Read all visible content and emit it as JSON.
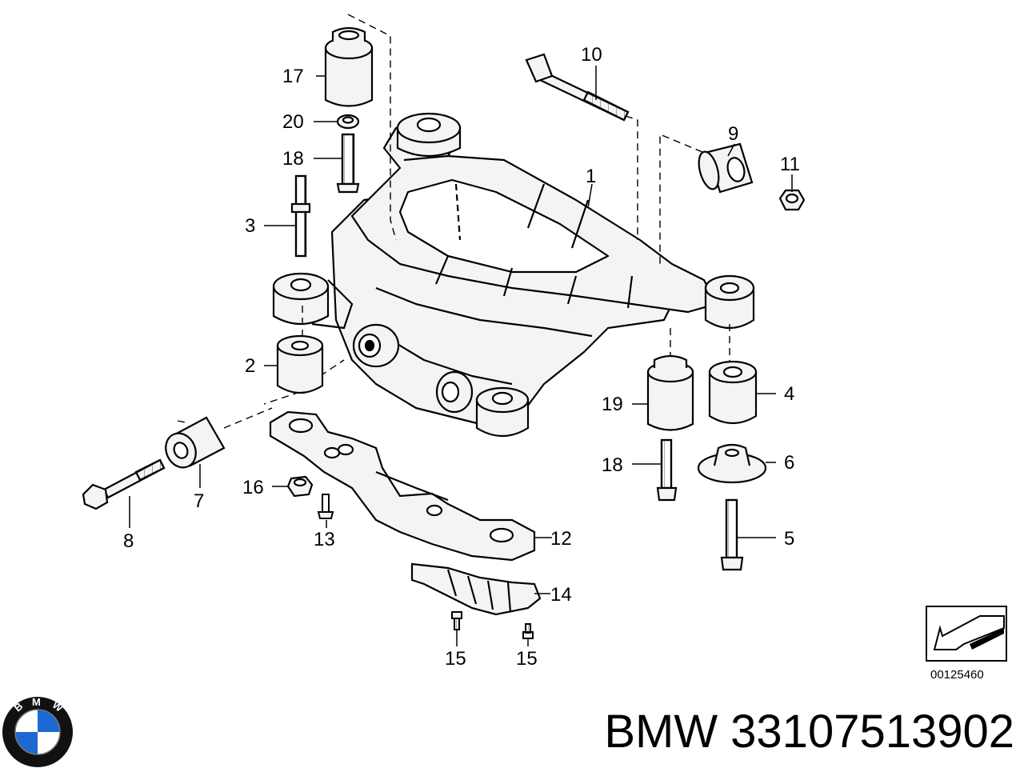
{
  "caption": "BMW 33107513902",
  "reference_number": "00125460",
  "logo": {
    "letters": [
      "B",
      "M",
      "W"
    ],
    "colors": {
      "blue": "#1c69d4",
      "white": "#ffffff",
      "ring": "#111111"
    }
  },
  "callouts": {
    "c1": "1",
    "c2": "2",
    "c3": "3",
    "c4": "4",
    "c5": "5",
    "c6": "6",
    "c7": "7",
    "c8": "8",
    "c9": "9",
    "c10": "10",
    "c11": "11",
    "c12": "12",
    "c13": "13",
    "c14": "14",
    "c15a": "15",
    "c15b": "15",
    "c16": "16",
    "c17": "17",
    "c18a": "18",
    "c18b": "18",
    "c19": "19",
    "c20": "20"
  }
}
